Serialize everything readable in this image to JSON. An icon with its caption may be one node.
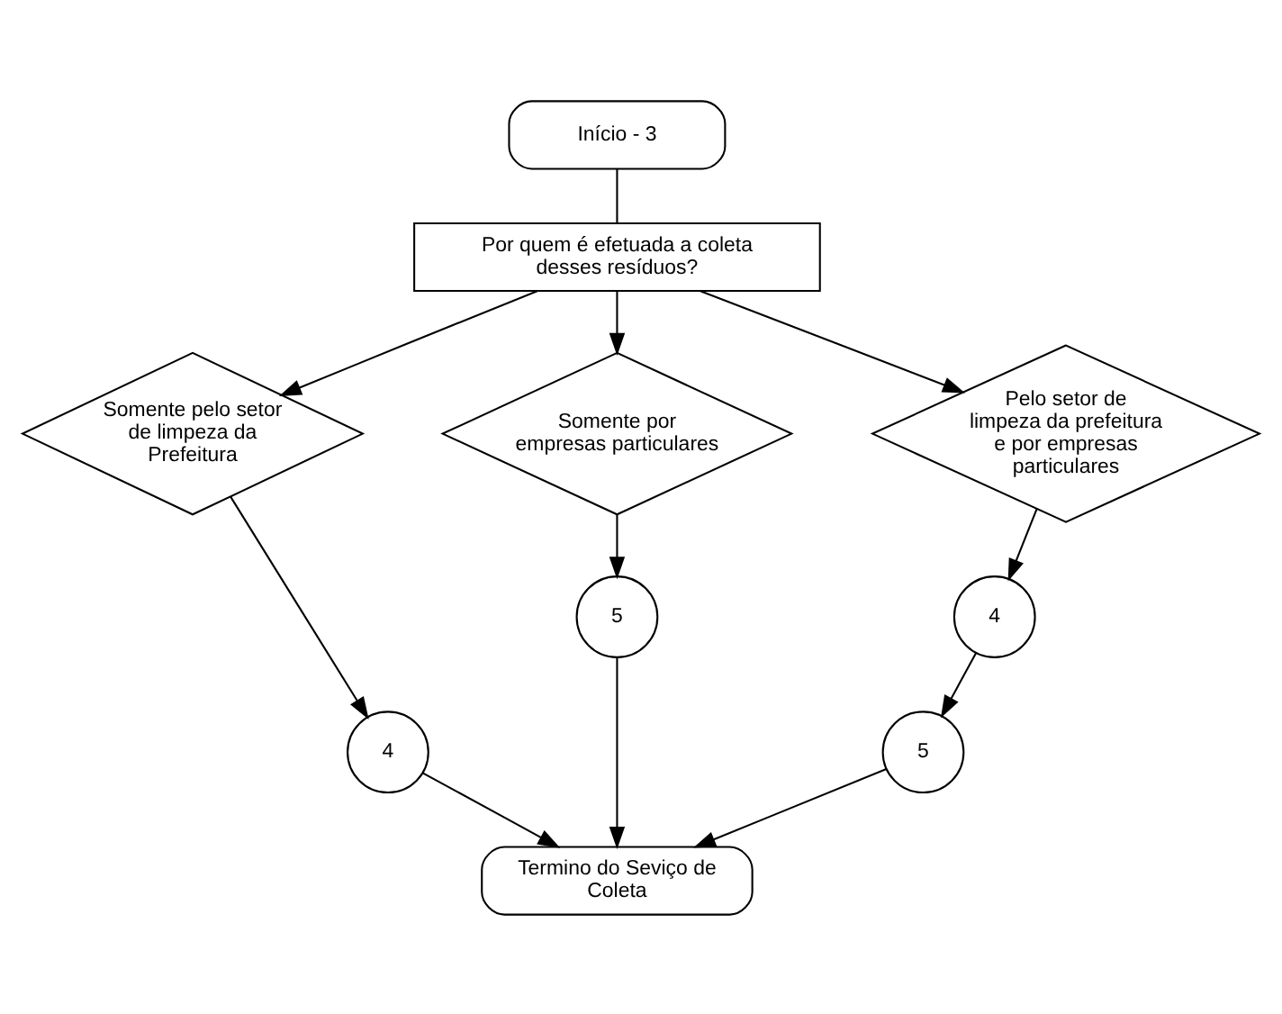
{
  "diagram": {
    "nodes": [
      {
        "text": [
          "Início - 3"
        ]
      },
      {
        "text": [
          "Por quem é efetuada a coleta desses resíduos?"
        ]
      },
      {
        "text": [
          "Somente pelo setor de limpeza da Prefeitura"
        ]
      },
      {
        "text": [
          "Somente por empresas particulares"
        ]
      },
      {
        "text": [
          "Pelo setor de limpeza da prefeitura e por empresas particulares"
        ]
      },
      {
        "text": [
          "4"
        ]
      },
      {
        "text": [
          "5"
        ]
      },
      {
        "text": [
          "4"
        ]
      },
      {
        "text": [
          "5"
        ]
      },
      {
        "text": [
          "Termino do Seviço de Coleta"
        ]
      }
    ],
    "edges": [
      {
        "from": 0,
        "to": 1,
        "arrow": "none"
      },
      {
        "from": 1,
        "to": 2,
        "arrow": "to"
      },
      {
        "from": 1,
        "to": 3,
        "arrow": "to"
      },
      {
        "from": 1,
        "to": 4,
        "arrow": "to"
      },
      {
        "from": 2,
        "to": 5,
        "arrow": "to"
      },
      {
        "from": 3,
        "to": 6,
        "arrow": "to"
      },
      {
        "from": 4,
        "to": 7,
        "arrow": "to"
      },
      {
        "from": 7,
        "to": 8,
        "arrow": "to"
      },
      {
        "from": 5,
        "to": 9,
        "arrow": "to"
      },
      {
        "from": 6,
        "to": 9,
        "arrow": "to"
      },
      {
        "from": 8,
        "to": 9,
        "arrow": "to"
      }
    ]
  }
}
